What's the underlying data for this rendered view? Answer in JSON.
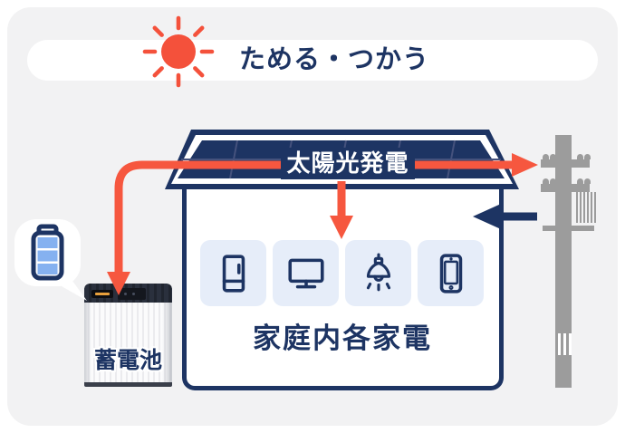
{
  "banner": {
    "title": "ためる・つかう"
  },
  "diagram": {
    "roof": {
      "label": "太陽光発電"
    },
    "home": {
      "label": "家庭内各家電",
      "appliances": [
        "refrigerator",
        "tv",
        "pendant-light",
        "smartphone"
      ]
    },
    "battery": {
      "label": "蓄電池"
    },
    "grid": {
      "element": "utility-pole"
    },
    "flows": [
      {
        "name": "solar-to-battery",
        "color": "#f6573f"
      },
      {
        "name": "solar-to-home",
        "color": "#f6573f"
      },
      {
        "name": "solar-to-grid",
        "color": "#f6573f"
      },
      {
        "name": "grid-to-home",
        "color": "#1d3463"
      }
    ]
  },
  "colors": {
    "navy": "#1d3463",
    "red": "#f6573f",
    "card_background": "#f2f2f3",
    "tile_background": "#e6edf9",
    "pole_gray": "#9c9c9c",
    "battery_bar_blue": "#85b1f0",
    "sun_red": "#f4513b"
  }
}
